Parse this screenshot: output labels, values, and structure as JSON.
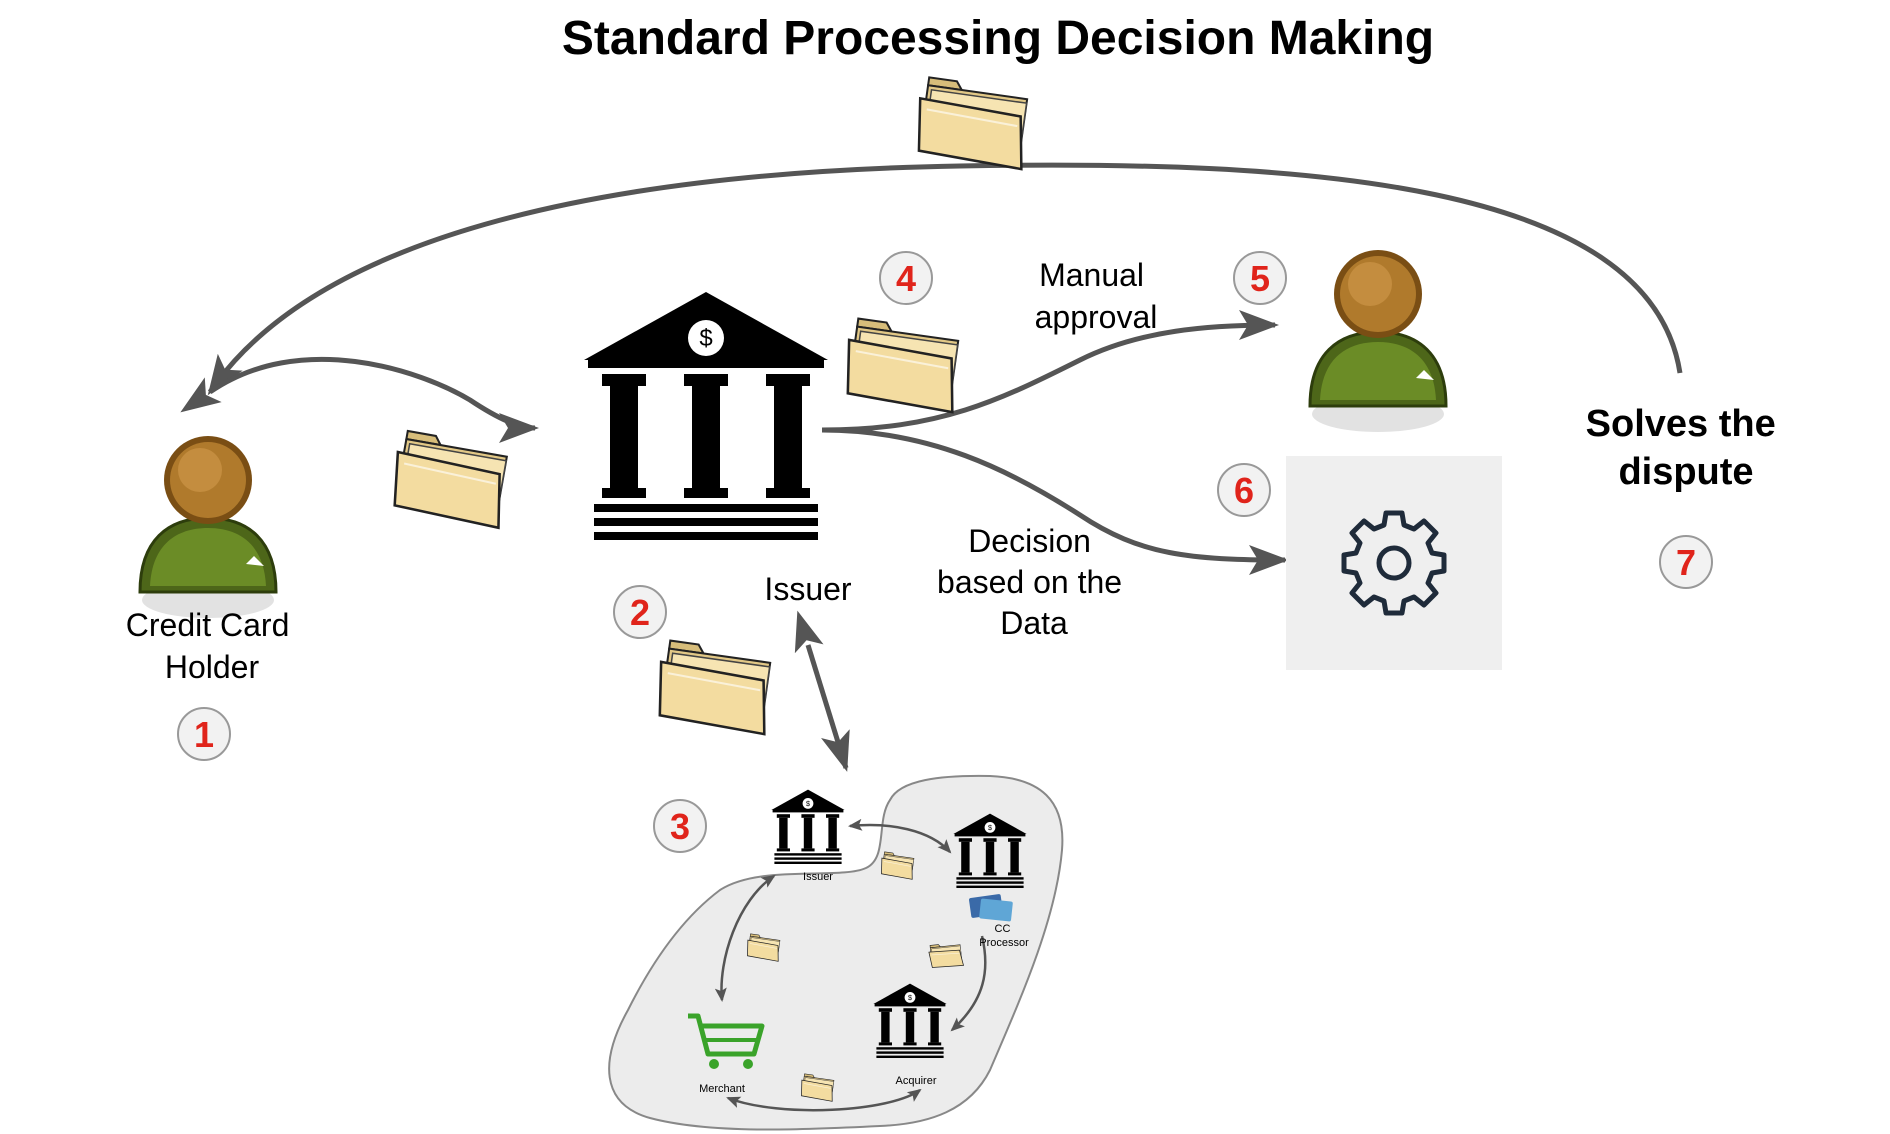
{
  "title": "Standard Processing Decision Making",
  "labels": {
    "card_holder": [
      "Credit Card",
      "Holder"
    ],
    "issuer": "Issuer",
    "manual_approval": [
      "Manual",
      "approval"
    ],
    "decision": [
      "Decision",
      "based on the",
      "Data"
    ],
    "solves": [
      "Solves the",
      "dispute"
    ]
  },
  "steps": [
    "1",
    "2",
    "3",
    "4",
    "5",
    "6",
    "7"
  ],
  "network": {
    "issuer": "Issuer",
    "cc_processor": [
      "CC",
      "Processor"
    ],
    "acquirer": "Acquirer",
    "merchant": "Merchant"
  },
  "icons": {
    "person": "person-icon",
    "bank": "bank-icon",
    "folder": "folder-icon",
    "gear": "gear-icon",
    "cart": "cart-icon",
    "credit_cards": "credit-cards-icon"
  },
  "colors": {
    "step_number": "#e0241b",
    "arrow": "#555555",
    "person_body": "#5d7a1f",
    "person_head": "#a8742a",
    "folder": "#f3dca0",
    "network_bg": "#ececec",
    "gear_box": "#efefef",
    "cart": "#3aa32a"
  }
}
